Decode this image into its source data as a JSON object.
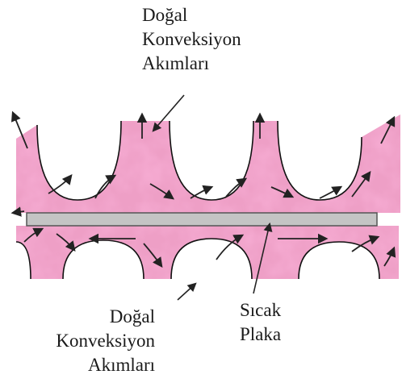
{
  "labels": {
    "top_currents": [
      "Doğal",
      "Konveksiyon",
      "Akımları"
    ],
    "bottom_currents": [
      "Doğal",
      "Konveksiyon",
      "Akımları"
    ],
    "hot_plate": [
      "Sıcak",
      "Plaka"
    ]
  },
  "colors": {
    "fluid_pink": "#ee9fc6",
    "fluid_dark_pink": "#dc6fa6",
    "plate_fill": "#c4c4c4",
    "plate_stroke": "#555555",
    "arrow": "#222222",
    "text": "#1a1a1a"
  }
}
